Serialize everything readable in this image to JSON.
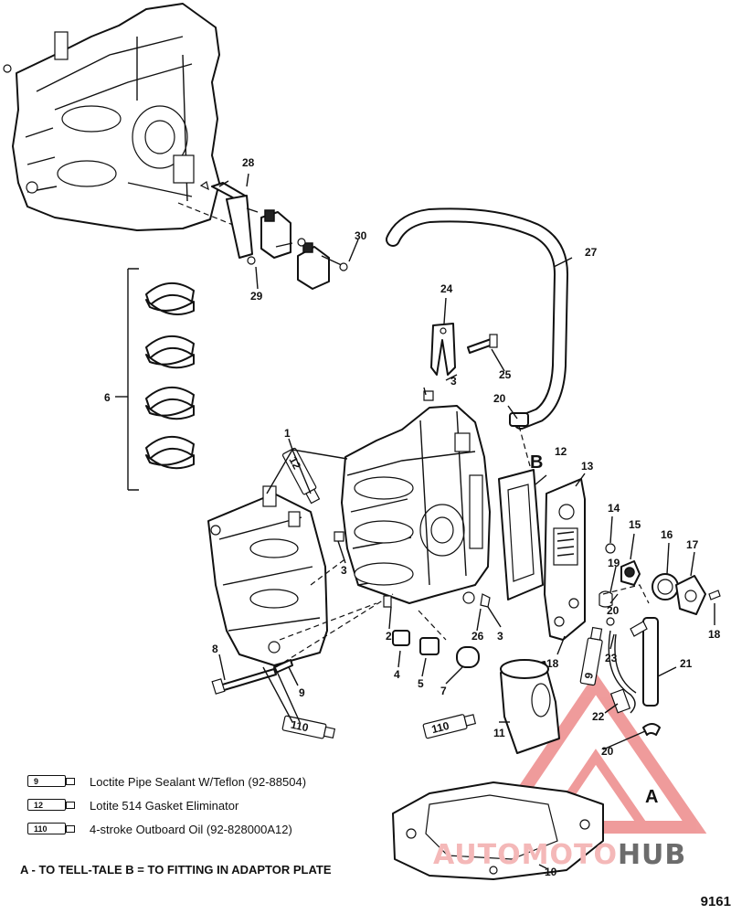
{
  "callouts": {
    "c1": "1",
    "c2": "2",
    "c3a": "3",
    "c3b": "3",
    "c3c": "3",
    "c4": "4",
    "c5": "5",
    "c6": "6",
    "c7": "7",
    "c8": "8",
    "c9": "9",
    "c10": "10",
    "c11": "11",
    "c12": "12",
    "c13": "13",
    "c14": "14",
    "c15": "15",
    "c16": "16",
    "c17": "17",
    "c18a": "18",
    "c18b": "18",
    "c19": "19",
    "c20a": "20",
    "c20b": "20",
    "c20c": "20",
    "c21": "21",
    "c22": "22",
    "c23": "23",
    "c24": "24",
    "c25": "25",
    "c26": "26",
    "c27": "27",
    "c28": "28",
    "c29": "29",
    "c30": "30",
    "cA": "A",
    "cB": "B"
  },
  "tube_labels": {
    "t12": "12",
    "t9": "9",
    "t110a": "110",
    "t110b": "110"
  },
  "legend": [
    {
      "code": "9",
      "text": "Loctite Pipe Sealant W/Teflon (92-88504)"
    },
    {
      "code": "12",
      "text": "Lotite 514 Gasket Eliminator"
    },
    {
      "code": "110",
      "text": "4-stroke Outboard Oil (92-828000A12)"
    }
  ],
  "note": "A - TO TELL-TALE   B = TO FITTING IN ADAPTOR PLATE",
  "figure_number": "9161",
  "watermark": {
    "part1": "AUTO",
    "part2": "MOTO",
    "part3": "HUB",
    "color_accent": "#e24a4a",
    "color_gray": "#6c6c6c"
  }
}
